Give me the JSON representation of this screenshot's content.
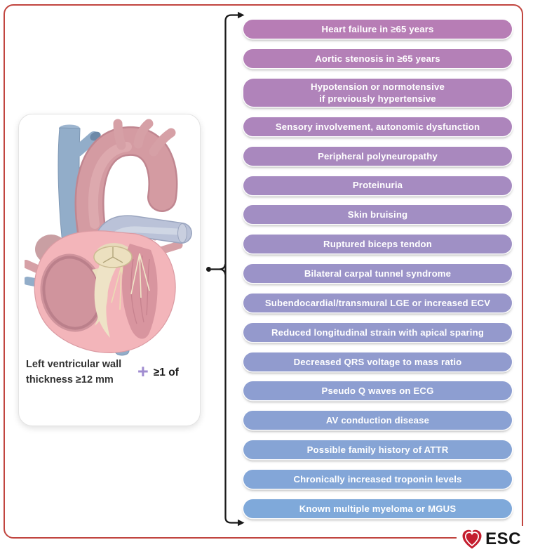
{
  "frame": {
    "border_color": "#c1453f"
  },
  "left_card": {
    "caption_line1": "Left ventricular wall",
    "caption_line2": "thickness ≥12 mm",
    "plus_symbol": "+",
    "plus_color": "#a08cd0",
    "condition": "≥1 of",
    "illustration": "anatomical-heart-cutaway"
  },
  "criteria": {
    "text_color": "#ffffff",
    "items": [
      {
        "label": "Heart failure in ≥65 years",
        "color": "#b77db5"
      },
      {
        "label": "Aortic stenosis in ≥65 years",
        "color": "#b480b7"
      },
      {
        "label": "Hypotension or normotensive\nif previously hypertensive",
        "color": "#b083ba"
      },
      {
        "label": "Sensory involvement, autonomic dysfunction",
        "color": "#ad85bc"
      },
      {
        "label": "Peripheral polyneuropathy",
        "color": "#a988be"
      },
      {
        "label": "Proteinuria",
        "color": "#a68bc1"
      },
      {
        "label": "Skin bruising",
        "color": "#a28ec3"
      },
      {
        "label": "Ruptured biceps tendon",
        "color": "#9f90c5"
      },
      {
        "label": "Bilateral carpal tunnel syndrome",
        "color": "#9b93c8"
      },
      {
        "label": "Subendocardial/transmural LGE or increased ECV",
        "color": "#9896ca"
      },
      {
        "label": "Reduced longitudinal strain with apical sparing",
        "color": "#9499cc"
      },
      {
        "label": "Decreased QRS voltage to mass ratio",
        "color": "#919bce"
      },
      {
        "label": "Pseudo Q waves on ECG",
        "color": "#8d9ed1"
      },
      {
        "label": "AV conduction disease",
        "color": "#8aa1d3"
      },
      {
        "label": "Possible family history of ATTR",
        "color": "#86a4d5"
      },
      {
        "label": "Chronically increased troponin levels",
        "color": "#83a6d8"
      },
      {
        "label": "Known multiple myeloma or MGUS",
        "color": "#7fa9da"
      }
    ]
  },
  "logo": {
    "text": "ESC",
    "heart_color": "#c41e2f"
  }
}
